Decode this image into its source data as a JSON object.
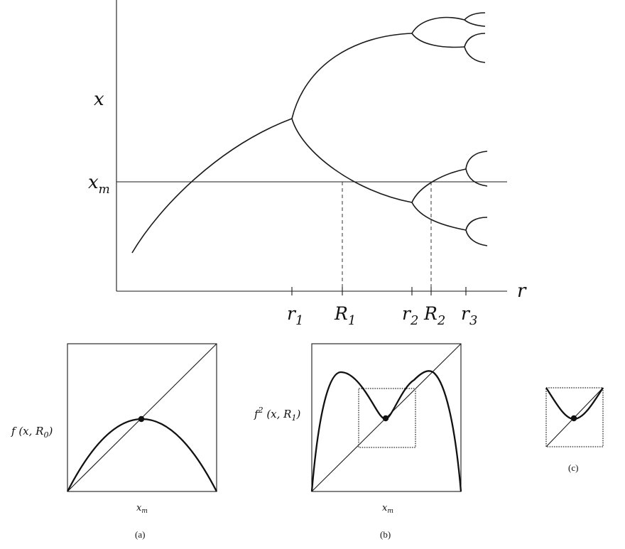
{
  "bifurcation": {
    "y_label": "x",
    "xm_label": "x",
    "xm_sub": "m",
    "r_label": "r",
    "ticks": [
      {
        "main": "r",
        "sub": "1"
      },
      {
        "main": "R",
        "sub": "1"
      },
      {
        "main": "r",
        "sub": "2"
      },
      {
        "main": "R",
        "sub": "2"
      },
      {
        "main": "r",
        "sub": "3"
      }
    ]
  },
  "panel_a": {
    "label_main": "f (x, R",
    "label_sub": "0",
    "label_close": ")",
    "xm_label": "x",
    "xm_sub": "m",
    "caption": "(a)"
  },
  "panel_b": {
    "label_f": "f",
    "label_sup": "2",
    "label_args": " (x, R",
    "label_sub": "1",
    "label_close": ")",
    "xm_label": "x",
    "xm_sub": "m",
    "caption": "(b)"
  },
  "panel_c": {
    "caption": "(c)"
  }
}
